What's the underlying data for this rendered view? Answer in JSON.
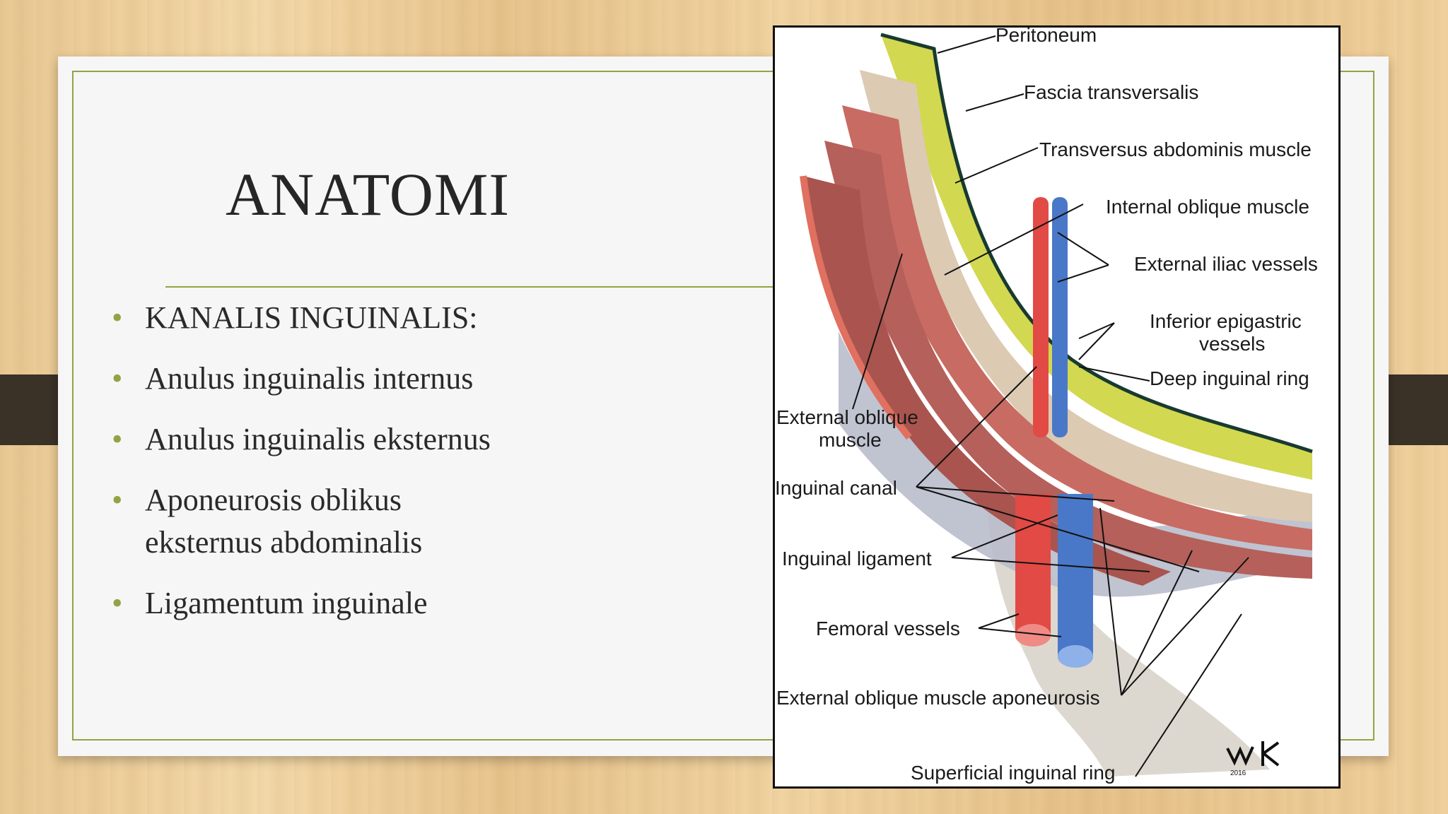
{
  "slide": {
    "title": "ANATOMI",
    "bullets": [
      "KANALIS INGUINALIS:",
      "Anulus inguinalis internus",
      "Anulus inguinalis eksternus",
      "Aponeurosis oblikus eksternus abdominalis",
      "Ligamentum inguinale"
    ]
  },
  "figure": {
    "labels": {
      "peritoneum": "Peritoneum",
      "fascia": "Fascia transversalis",
      "transversus": "Transversus abdominis muscle",
      "internal_oblique": "Internal oblique muscle",
      "external_iliac": "External iliac vessels",
      "inferior_epigastric_1": "Inferior epigastric",
      "inferior_epigastric_2": "vessels",
      "deep_ring": "Deep inguinal ring",
      "external_oblique_1": "External oblique",
      "external_oblique_2": "muscle",
      "inguinal_canal": "Inguinal canal",
      "inguinal_ligament": "Inguinal ligament",
      "femoral": "Femoral vessels",
      "aponeurosis": "External oblique muscle aponeurosis",
      "superficial_ring": "Superficial inguinal ring",
      "signature_year": "2016"
    }
  },
  "colors": {
    "accent": "#93a342",
    "muscle": "#b5605a",
    "muscle_light": "#e0705f",
    "fascia": "#dccab3",
    "peritoneum": "#d2d850",
    "artery": "#e24a45",
    "vein": "#4a78c8",
    "aponeurosis": "#b9bccb"
  }
}
